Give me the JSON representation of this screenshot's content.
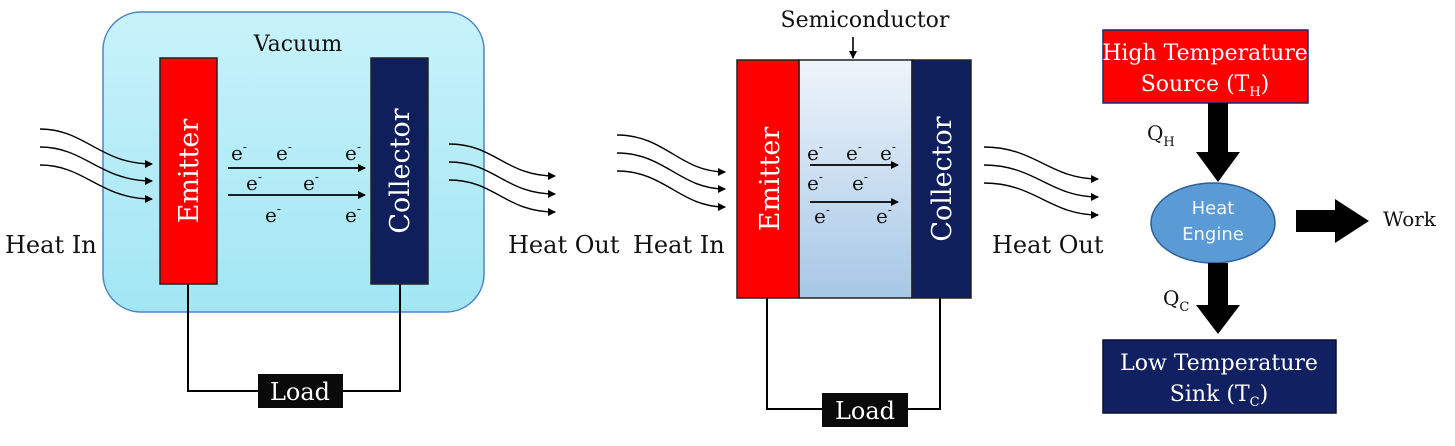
{
  "colors": {
    "emitter": "#ff0000",
    "collector": "#0f1f5c",
    "vacuum_fill": "#aaeaf6",
    "vacuum_stroke": "#4a86c5",
    "semiconductor_top": "#e7f0fa",
    "semiconductor_bottom": "#a9cbe7",
    "load": "#0a0a0a",
    "high_source": "#ff0000",
    "low_sink": "#102060",
    "engine": "#5b9bd5",
    "arrow": "#000000"
  },
  "panel1": {
    "vacuum_label": "Vacuum",
    "emitter_label": "Emitter",
    "collector_label": "Collector",
    "heat_in": "Heat In",
    "heat_out": "Heat Out",
    "load_label": "Load",
    "electron_base": "e",
    "electron_sup": "-"
  },
  "panel2": {
    "semiconductor_label": "Semiconductor",
    "emitter_label": "Emitter",
    "collector_label": "Collector",
    "heat_in": "Heat In",
    "heat_out": "Heat Out",
    "load_label": "Load",
    "electron_base": "e",
    "electron_sup": "-"
  },
  "panel3": {
    "high_line1": "High Temperature",
    "high_line2": "Source (T",
    "high_sub": "H",
    "high_close": ")",
    "qh_base": "Q",
    "qh_sub": "H",
    "engine_line1": "Heat",
    "engine_line2": "Engine",
    "work_label": "Work",
    "qc_base": "Q",
    "qc_sub": "C",
    "low_line1": "Low Temperature",
    "low_line2": "Sink (T",
    "low_sub": "C",
    "low_close": ")"
  }
}
